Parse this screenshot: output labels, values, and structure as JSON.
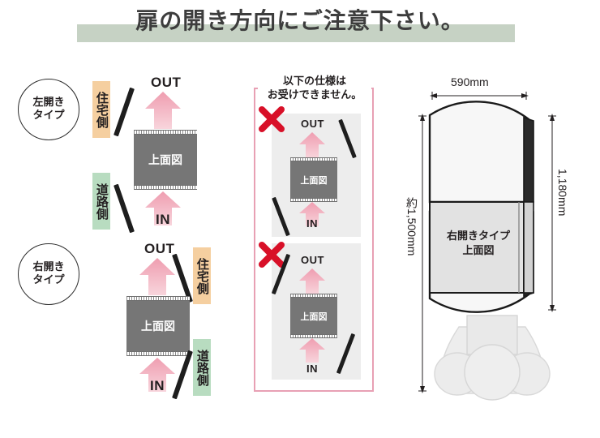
{
  "header": {
    "title": "扉の開き方向にご注意下さい。",
    "band_color": "#c6d2c4"
  },
  "colors": {
    "house_side_label": "#f5cfa0",
    "road_side_label": "#b8dcc0",
    "arrow_pink": "#f0a0b0",
    "topview_gray": "#767676",
    "warning_border": "#e8a0b4",
    "x_mark_red": "#d81028"
  },
  "common": {
    "topview_label": "上面図",
    "out_label": "OUT",
    "in_label": "IN",
    "house_side": "住宅側",
    "road_side": "道路側"
  },
  "left_column": {
    "diagrams": [
      {
        "badge_line1": "左開き",
        "badge_line2": "タイプ",
        "topview_label": "上面図",
        "out_label": "OUT",
        "in_label": "IN",
        "house_side": "住宅側",
        "road_side": "道路側"
      },
      {
        "badge_line1": "右開き",
        "badge_line2": "タイプ",
        "topview_label": "上面図",
        "out_label": "OUT",
        "in_label": "IN",
        "house_side": "住宅側",
        "road_side": "道路側"
      }
    ]
  },
  "warning": {
    "heading_line1": "以下の仕様は",
    "heading_line2": "お受けできません。",
    "items": [
      {
        "topview_label": "上面図",
        "out_label": "OUT",
        "in_label": "IN"
      },
      {
        "topview_label": "上面図",
        "out_label": "OUT",
        "in_label": "IN"
      }
    ]
  },
  "elevation": {
    "width_dim": "590mm",
    "height_dim_right": "1,180mm",
    "height_dim_left": "約1,500mm",
    "panel_label_line1": "右開きタイプ",
    "panel_label_line2": "上面図"
  }
}
